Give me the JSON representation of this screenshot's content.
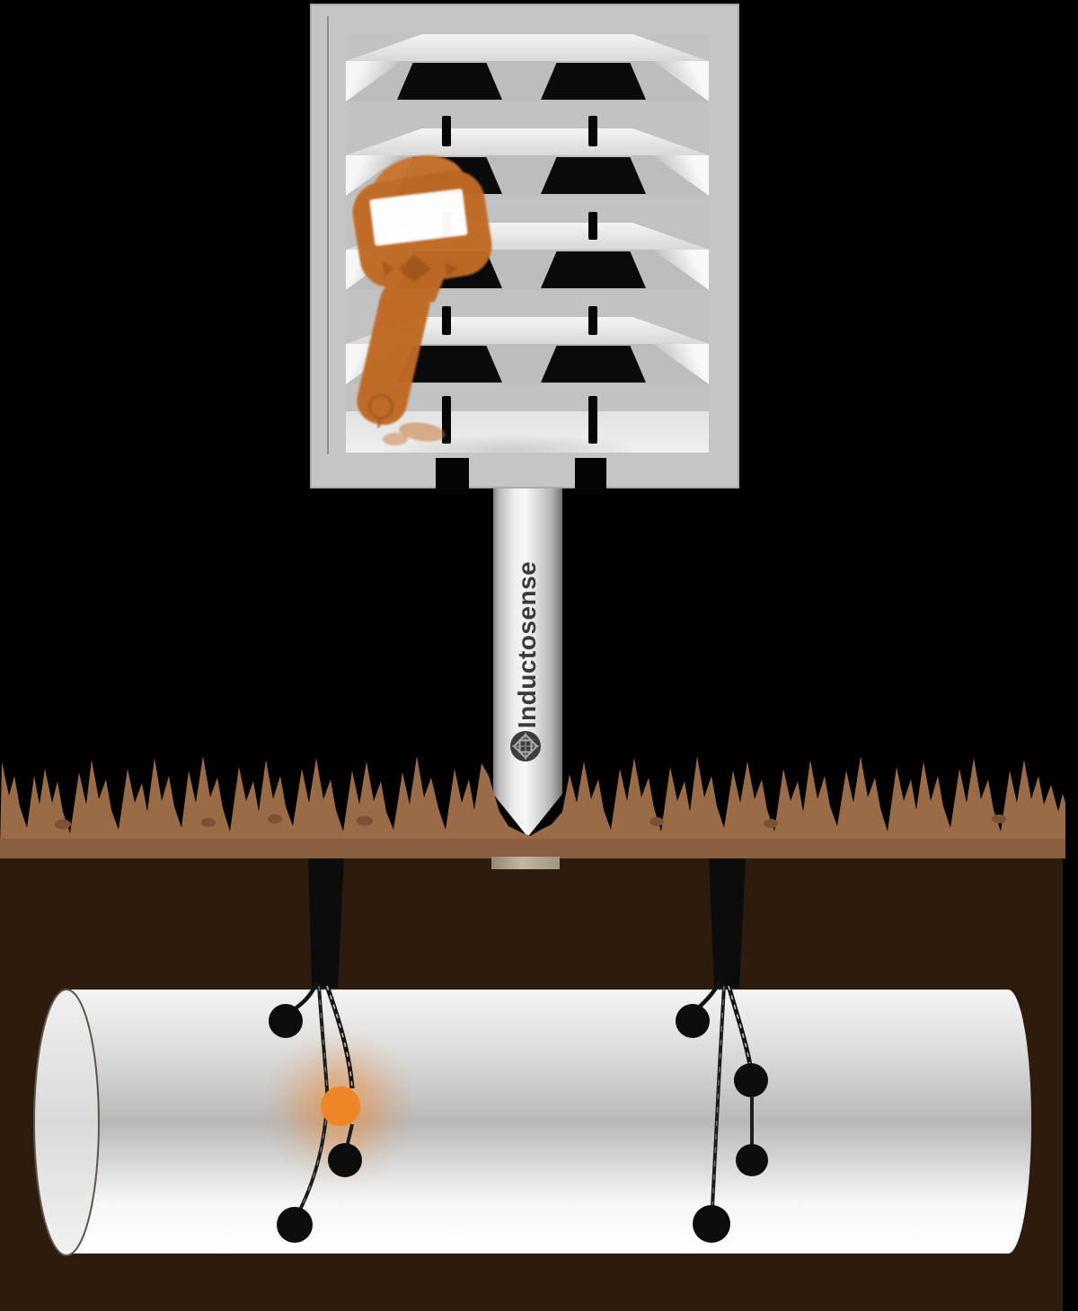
{
  "post": {
    "label": "Inductosense"
  },
  "icons": {
    "logo": "inductosense-knot-logo-icon",
    "reader": "handheld-reader-icon"
  },
  "colors": {
    "background": "#000000",
    "accent_orange": "#c06a24",
    "leak_glow": "#ef8b33",
    "grass": "#9a6b47",
    "grass_shadow": "#8a5e40",
    "soil": "#2d1b0d",
    "enclosure_gray": "#c3c3c3",
    "pipe_mid_gray": "#b8b8b8",
    "cable_black": "#141414"
  },
  "sensors": {
    "left_cluster": {
      "black_nodes": 3,
      "leak_indicator_nodes": 1
    },
    "right_cluster": {
      "black_nodes": 4,
      "leak_indicator_nodes": 0
    }
  }
}
